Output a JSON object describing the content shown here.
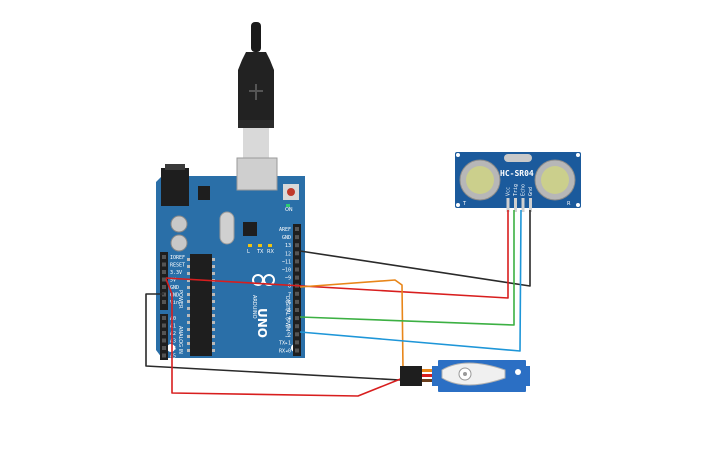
{
  "board": {
    "model": "UNO",
    "brand": "ARDUINO",
    "digital_header": [
      "AREF",
      "GND",
      "13",
      "12",
      "~11",
      "~10",
      "~9",
      "8",
      "7",
      "~6",
      "~5",
      "4",
      "~3",
      "2",
      "TX▸1",
      "RX◂0"
    ],
    "power_header": [
      "IOREF",
      "RESET",
      "3.3V",
      "5V",
      "GND",
      "GND",
      "Vin"
    ],
    "power_title": "POWER",
    "analog_title": "ANALOG IN",
    "analog_header": [
      "A0",
      "A1",
      "A2",
      "A3",
      "A4",
      "A5"
    ],
    "digital_title": "DIGITAL (PWM~)",
    "led_labels": [
      "L",
      "TX",
      "RX"
    ],
    "on_label": "ON"
  },
  "sensor": {
    "model": "HC-SR04",
    "left_mark": "T",
    "right_mark": "R",
    "pins": [
      "Vcc",
      "Trig",
      "Echo",
      "Gnd"
    ]
  },
  "wire_colors": {
    "black": "#2a2a2a",
    "red": "#d81e1e",
    "orange": "#e8861a",
    "green": "#3cb043",
    "blue": "#1e96d8",
    "board": "#2a6fa8",
    "sensor": "#1b5a9c",
    "servo": "#2b6fc4"
  }
}
